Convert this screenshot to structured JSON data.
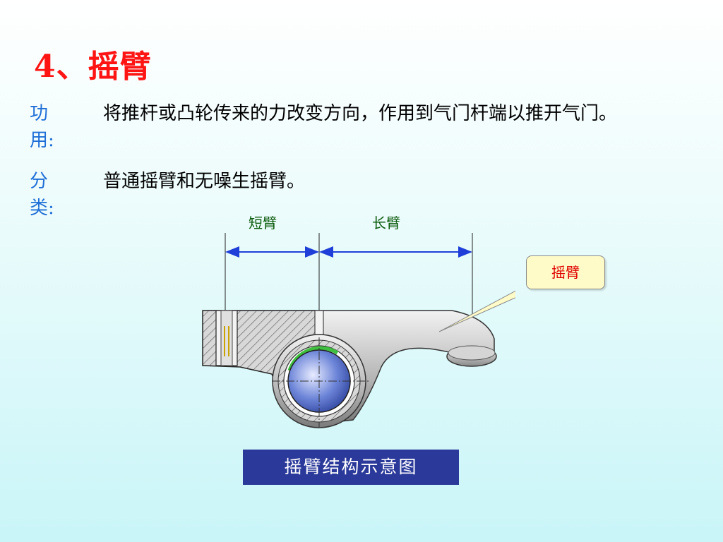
{
  "heading": "4、摇臂",
  "function": {
    "label": "功用:",
    "text": "将推杆或凸轮传来的力改变方向，作用到气门杆端以推开气门。"
  },
  "classification": {
    "label": "分类:",
    "text": "普通摇臂和无噪生摇臂。"
  },
  "diagram": {
    "short_arm_label": "短臂",
    "long_arm_label": "长臂",
    "callout_label": "摇臂"
  },
  "caption": "摇臂结构示意图",
  "colors": {
    "title": "#ff1414",
    "label": "#1f6fd8",
    "dimension_text": "#0a5a0a",
    "callout_text": "#e00000",
    "caption_bg": "#2b3a9a"
  }
}
